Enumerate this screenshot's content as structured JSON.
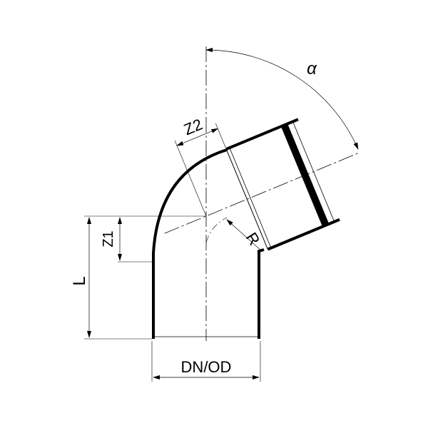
{
  "labels": {
    "angle": "α",
    "z2": "Z2",
    "z1": "Z1",
    "length": "L",
    "radius": "R",
    "diameter": "DN/OD"
  },
  "colors": {
    "line": "#000000",
    "background": "#ffffff"
  }
}
